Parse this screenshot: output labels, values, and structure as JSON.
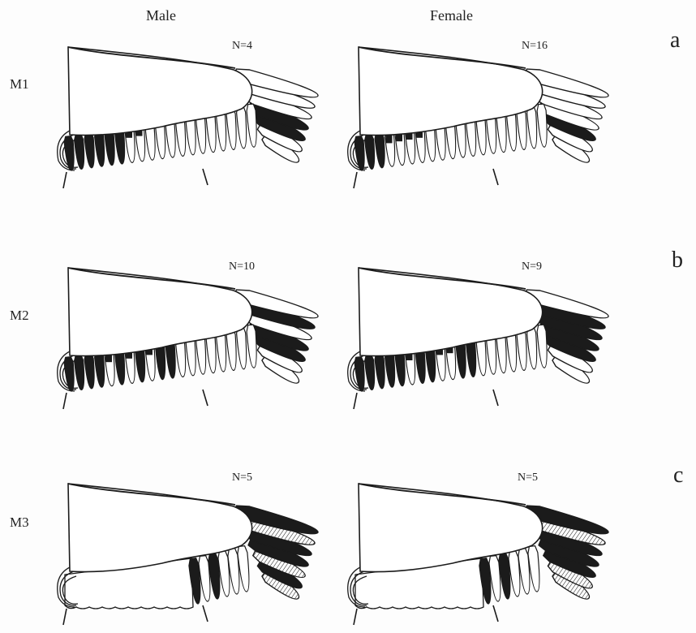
{
  "columns": {
    "male": "Male",
    "female": "Female"
  },
  "rows": [
    {
      "label": "M1",
      "letter": "a",
      "male_n": "N=4",
      "female_n": "N=16"
    },
    {
      "label": "M2",
      "letter": "b",
      "male_n": "N=10",
      "female_n": "N=9"
    },
    {
      "label": "M3",
      "letter": "c",
      "male_n": "N=5",
      "female_n": "N=5"
    }
  ],
  "wings": [
    {
      "row": 0,
      "sex": "male",
      "variant": "molt",
      "dark_secondaries": [
        1,
        1,
        1,
        1,
        1,
        1,
        0,
        0,
        0,
        0,
        0,
        0,
        0,
        0,
        0,
        0,
        0,
        0,
        0
      ],
      "partial_secondaries": [
        0,
        0,
        0,
        0,
        0,
        0,
        1,
        1,
        0,
        0,
        0,
        0,
        0,
        0,
        0,
        0,
        0,
        0,
        0
      ],
      "dark_primaries": [
        0,
        0,
        0,
        1,
        1,
        0,
        0
      ]
    },
    {
      "row": 0,
      "sex": "female",
      "variant": "molt",
      "dark_secondaries": [
        1,
        1,
        1,
        0,
        0,
        0,
        0,
        0,
        0,
        0,
        0,
        0,
        0,
        0,
        0,
        0,
        0,
        0,
        0
      ],
      "partial_secondaries": [
        0,
        0,
        0,
        1,
        1,
        1,
        1,
        0,
        0,
        0,
        0,
        0,
        0,
        0,
        0,
        0,
        0,
        0,
        0
      ],
      "dark_primaries": [
        0,
        0,
        0,
        0,
        1,
        0,
        0
      ]
    },
    {
      "row": 1,
      "sex": "male",
      "variant": "molt",
      "dark_secondaries": [
        1,
        1,
        1,
        1,
        0,
        1,
        0,
        1,
        0,
        1,
        1,
        0,
        0,
        0,
        0,
        0,
        0,
        0,
        0
      ],
      "partial_secondaries": [
        0,
        0,
        0,
        0,
        1,
        0,
        1,
        0,
        1,
        0,
        0,
        0,
        0,
        0,
        0,
        0,
        0,
        0,
        0
      ],
      "dark_primaries": [
        0,
        1,
        0,
        1,
        1,
        0,
        0
      ]
    },
    {
      "row": 1,
      "sex": "female",
      "variant": "molt",
      "dark_secondaries": [
        1,
        1,
        1,
        1,
        1,
        0,
        1,
        1,
        0,
        0,
        1,
        1,
        0,
        0,
        0,
        0,
        0,
        0,
        0
      ],
      "partial_secondaries": [
        0,
        0,
        0,
        0,
        0,
        1,
        0,
        0,
        1,
        1,
        0,
        0,
        0,
        0,
        0,
        0,
        0,
        0,
        0
      ],
      "dark_primaries": [
        0,
        1,
        1,
        1,
        1,
        0,
        0
      ]
    },
    {
      "row": 2,
      "sex": "male",
      "variant": "hatched",
      "dark_primaries": [
        1,
        0,
        1,
        1,
        0,
        1,
        0
      ],
      "hatched_primaries": [
        0,
        1,
        0,
        0,
        1,
        0,
        1
      ]
    },
    {
      "row": 2,
      "sex": "female",
      "variant": "hatched",
      "dark_primaries": [
        1,
        0,
        1,
        1,
        1,
        0,
        0
      ],
      "hatched_primaries": [
        0,
        1,
        0,
        0,
        0,
        1,
        1
      ]
    }
  ]
}
